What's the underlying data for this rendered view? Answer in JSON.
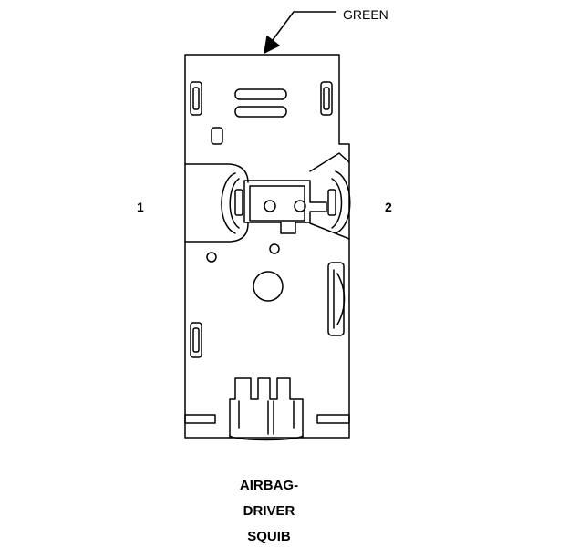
{
  "diagram": {
    "wire_color_label": "GREEN",
    "pin_labels": [
      "1",
      "2"
    ],
    "title_lines": [
      "AIRBAG-",
      "DRIVER",
      "SQUIB"
    ]
  }
}
